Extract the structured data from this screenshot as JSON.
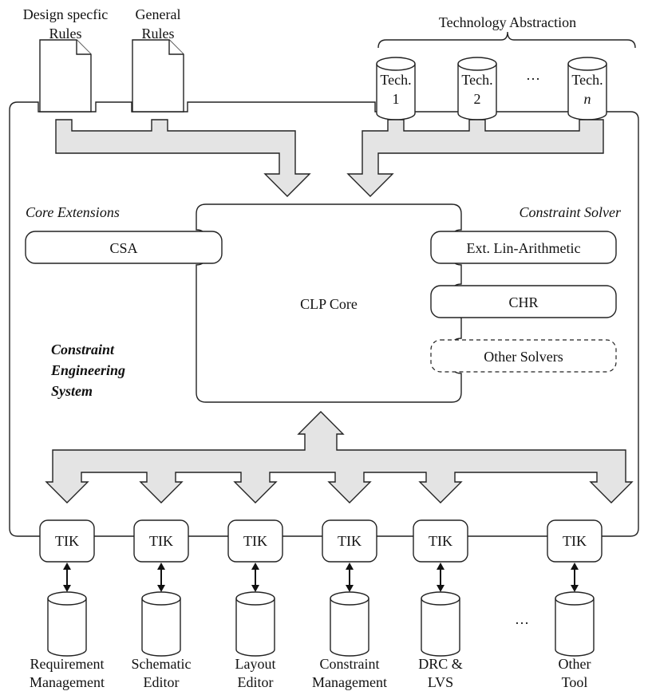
{
  "rules": {
    "design_specific": [
      "Design specfic",
      "Rules"
    ],
    "general": [
      "General",
      "Rules"
    ]
  },
  "technology": {
    "title": "Technology Abstraction",
    "techs": [
      {
        "line1": "Tech.",
        "line2": "1"
      },
      {
        "line1": "Tech.",
        "line2": "2"
      },
      {
        "line1": "Tech.",
        "line2": "n"
      }
    ],
    "ellipsis": "…"
  },
  "core": {
    "label": "CLP Core",
    "extensions_heading": "Core Extensions",
    "solver_heading": "Constraint Solver",
    "system_label": [
      "Constraint",
      "Engineering",
      "System"
    ]
  },
  "extensions": [
    "CSA"
  ],
  "solvers": [
    "Ext. Lin-Arithmetic",
    "CHR",
    "Other Solvers"
  ],
  "tik_label": "TIK",
  "tools": [
    [
      "Requirement",
      "Management"
    ],
    [
      "Schematic",
      "Editor"
    ],
    [
      "Layout",
      "Editor"
    ],
    [
      "Constraint",
      "Management"
    ],
    [
      "DRC &",
      "LVS"
    ],
    [
      "Other",
      "Tool"
    ]
  ],
  "tools_ellipsis": "…",
  "colors": {
    "arrow_fill": "#e4e4e4",
    "outline": "#222222",
    "background": "#ffffff"
  }
}
